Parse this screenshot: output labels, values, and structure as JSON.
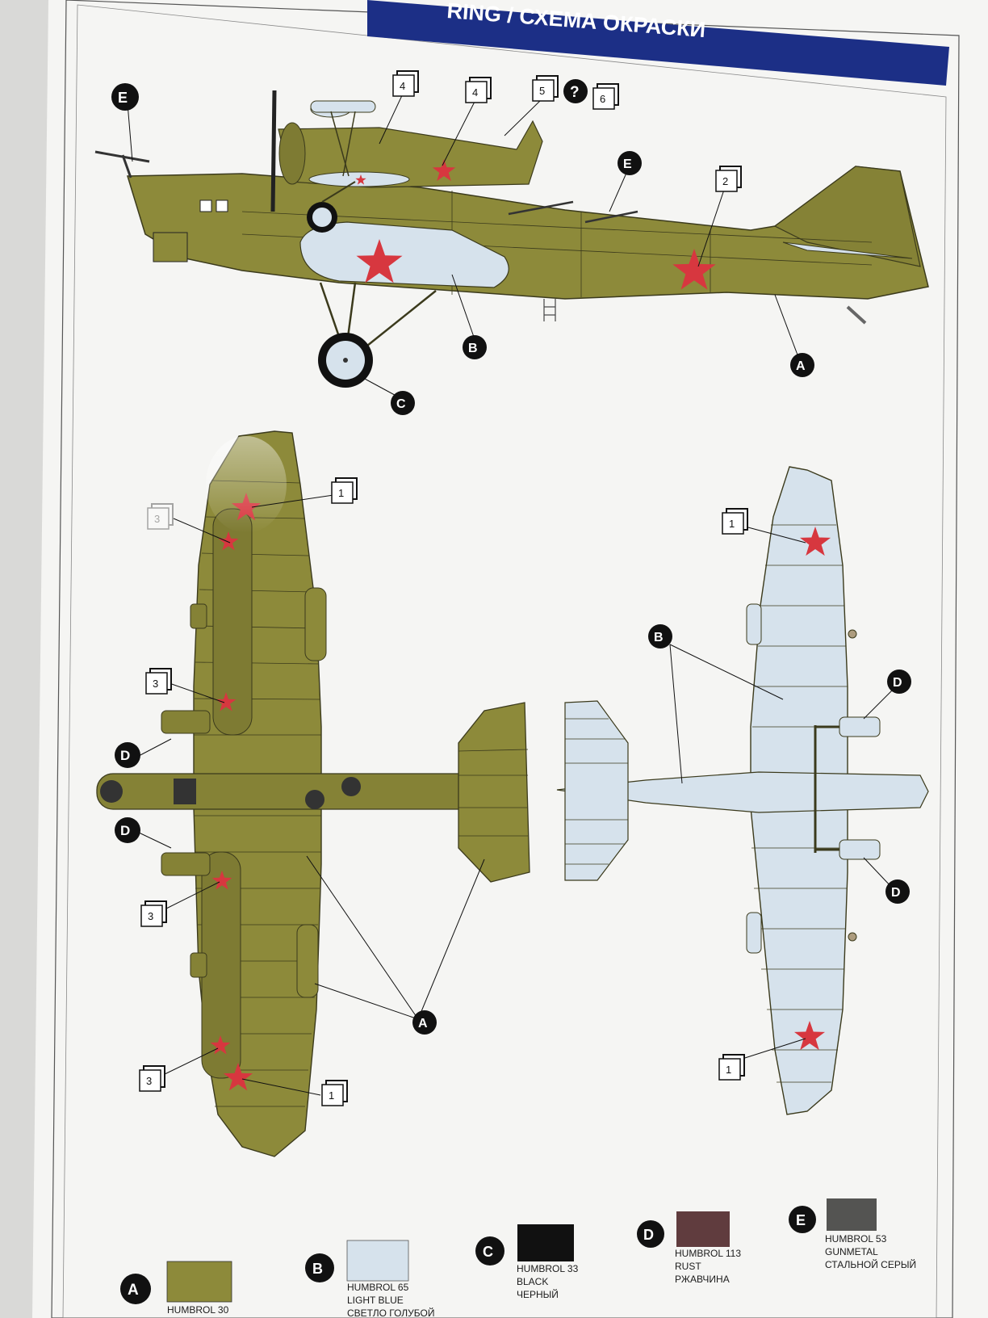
{
  "header": {
    "title": "RING / СХЕМА ОКРАСКИ"
  },
  "colors": {
    "olive": "#8d8a3a",
    "light_blue": "#d6e2ec",
    "black": "#111111",
    "rust": "#603c3e",
    "gunmetal": "#545452",
    "star_red": "#d7373f",
    "header_blue": "#1c2f86"
  },
  "side_view": {
    "callouts": {
      "E1": "E",
      "box4a": "4",
      "box4b": "4",
      "box5": "5",
      "question": "?",
      "box6": "6",
      "E2": "E",
      "box2": "2",
      "B": "B",
      "C": "C",
      "A": "A"
    }
  },
  "top_view": {
    "callouts": {
      "box1a": "1",
      "box3faded": "3",
      "box3a": "3",
      "D1": "D",
      "D2": "D",
      "box3b": "3",
      "box3c": "3",
      "box1b": "1",
      "A": "A"
    }
  },
  "bottom_view": {
    "callouts": {
      "box1a": "1",
      "B": "B",
      "D1": "D",
      "D2": "D",
      "box1b": "1"
    }
  },
  "legend": [
    {
      "letter": "A",
      "code": "HUMBROL 30",
      "name": "",
      "name_ru": "",
      "color": "#8d8a3a"
    },
    {
      "letter": "B",
      "code": "HUMBROL 65",
      "name": "LIGHT BLUE",
      "name_ru": "СВЕТЛО ГОЛУБОЙ",
      "color": "#d6e2ec"
    },
    {
      "letter": "C",
      "code": "HUMBROL 33",
      "name": "BLACK",
      "name_ru": "ЧЕРНЫЙ",
      "color": "#111111"
    },
    {
      "letter": "D",
      "code": "HUMBROL 113",
      "name": "RUST",
      "name_ru": "РЖАВЧИНА",
      "color": "#603c3e"
    },
    {
      "letter": "E",
      "code": "HUMBROL 53",
      "name": "GUNMETAL",
      "name_ru": "СТАЛЬНОЙ СЕРЫЙ",
      "color": "#545452"
    }
  ]
}
